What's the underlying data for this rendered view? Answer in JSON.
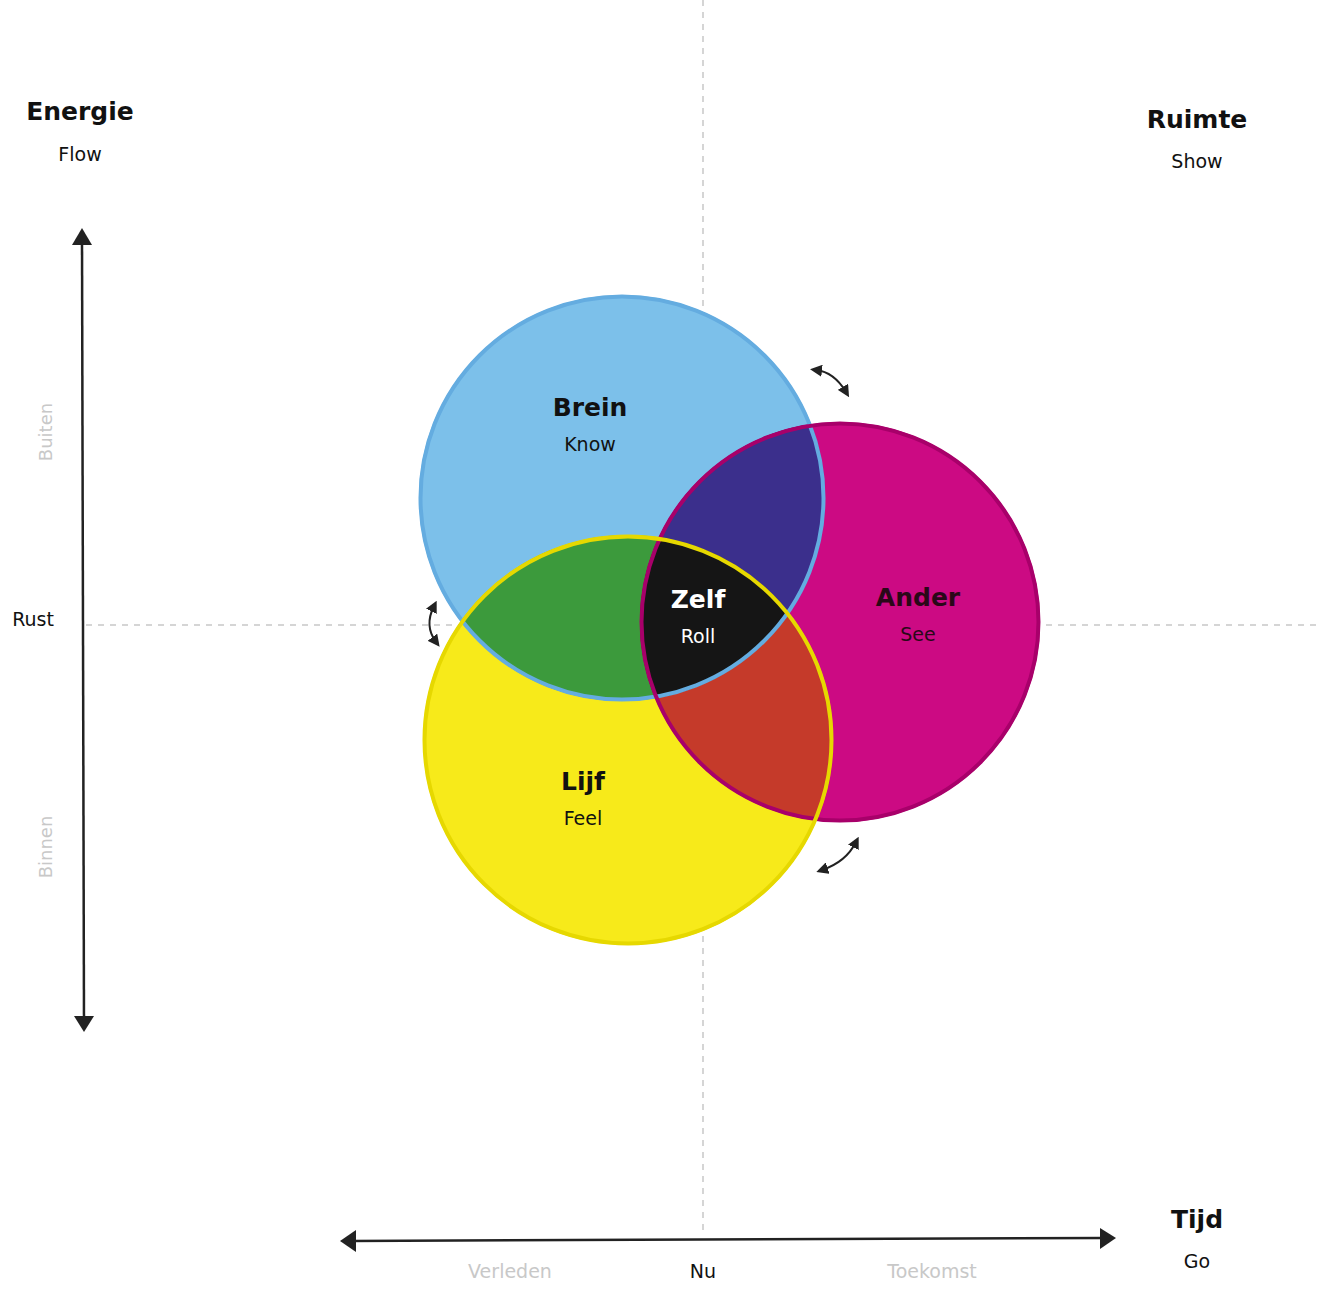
{
  "diagram": {
    "nodes": [
      {
        "text": [
          "Brein",
          "Know"
        ]
      },
      {
        "text": [
          "Zelf",
          "Roll"
        ]
      },
      {
        "text": [
          "Ander",
          "See"
        ]
      },
      {
        "text": [
          "Lijf",
          "Feel"
        ]
      }
    ],
    "labels": [
      "Energie",
      "Flow",
      "Ruimte",
      "Show",
      "Buiten",
      "Rust",
      "Binnen",
      "Tijd",
      "Go",
      "Verleden",
      "Nu",
      "Toekomst"
    ]
  }
}
